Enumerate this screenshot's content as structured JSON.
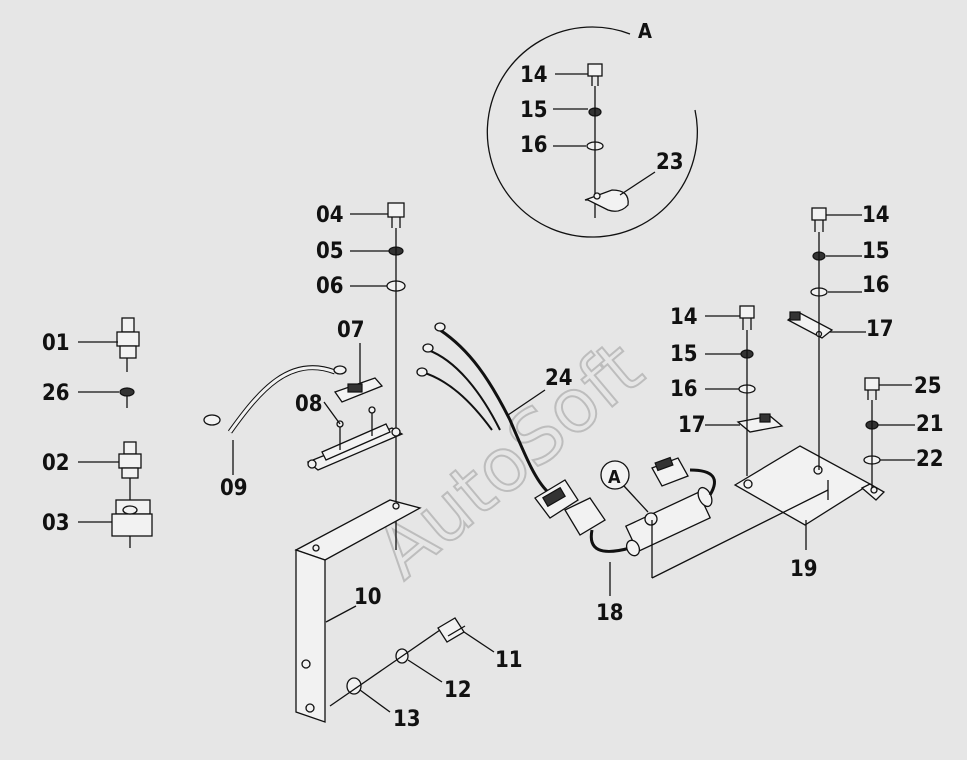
{
  "watermark": "AutoSoft",
  "detail": {
    "label": "A"
  },
  "callout": {
    "label": "A"
  },
  "parts": {
    "p01": "01",
    "p02": "02",
    "p03": "03",
    "p04": "04",
    "p05": "05",
    "p06": "06",
    "p07": "07",
    "p08": "08",
    "p09": "09",
    "p10": "10",
    "p11": "11",
    "p12": "12",
    "p13": "13",
    "p14": "14",
    "p15": "15",
    "p16": "16",
    "p17": "17",
    "p18": "18",
    "p19": "19",
    "p21": "21",
    "p22": "22",
    "p23": "23",
    "p24": "24",
    "p25": "25",
    "p26": "26"
  }
}
